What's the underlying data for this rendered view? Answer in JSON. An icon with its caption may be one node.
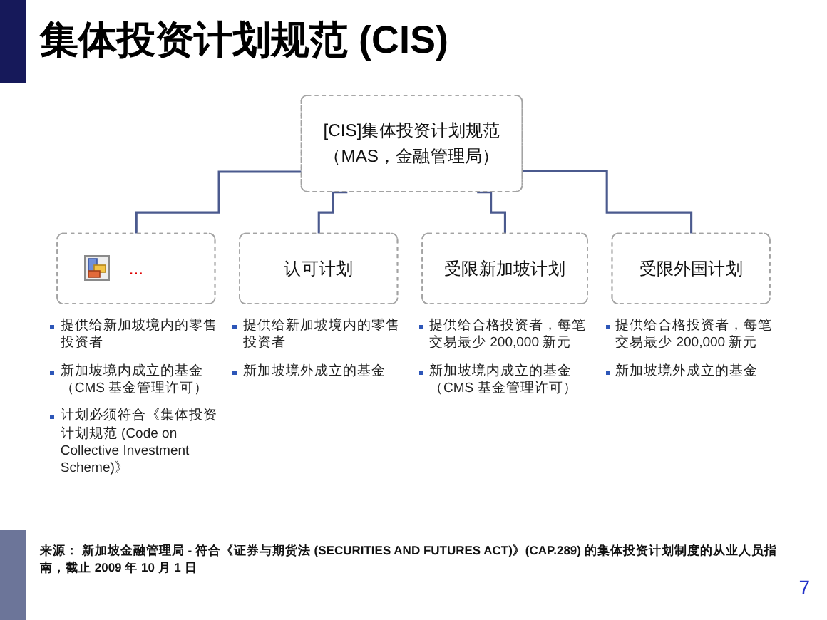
{
  "diagram": {
    "title": "集体投资计划规范 (CIS)",
    "caption": "来源： 新加坡金融管理局 - 符合《证券与期货法 (SECURITIES AND FUTURES ACT)》(CAP.289) 的集体投资计划制度的从业人员指南，截止 2009 年 10 月 1 日",
    "nodes": [
      {
        "text": [
          "[CIS]集体投资计划规范",
          "（MAS，金融管理局）"
        ]
      },
      {
        "text": [
          "..."
        ],
        "beside": [
          "提供给新加坡境内的零售投资者",
          "新加坡境内成立的基金（CMS 基金管理许可）",
          "计划必须符合《集体投资计划规范 (Code on Collective Investment Scheme)》"
        ]
      },
      {
        "text": [
          "认可计划"
        ],
        "beside": [
          "提供给新加坡境内的零售投资者",
          "新加坡境外成立的基金"
        ]
      },
      {
        "text": [
          "受限新加坡计划"
        ],
        "beside": [
          "提供给合格投资者，每笔交易最少 200,000 新元",
          "新加坡境内成立的基金（CMS 基金管理许可）"
        ]
      },
      {
        "text": [
          "受限外国计划"
        ],
        "beside": [
          "提供给合格投资者，每笔交易最少 200,000 新元",
          "新加坡境外成立的基金"
        ]
      }
    ],
    "edges": [
      {
        "from": 0,
        "to": 1,
        "arrow": "none"
      },
      {
        "from": 0,
        "to": 2,
        "arrow": "none"
      },
      {
        "from": 0,
        "to": 3,
        "arrow": "none"
      },
      {
        "from": 0,
        "to": 4,
        "arrow": "none"
      }
    ],
    "labels": [
      "7"
    ]
  }
}
